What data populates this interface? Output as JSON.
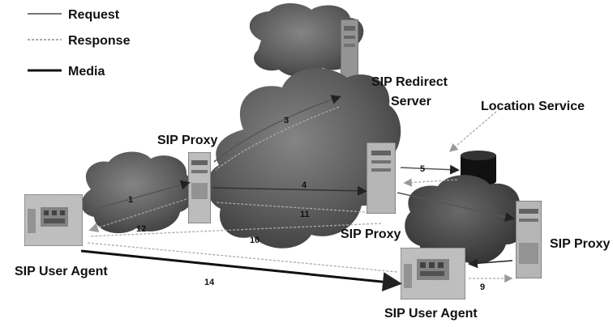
{
  "legend": {
    "request": "Request",
    "response": "Response",
    "media": "Media"
  },
  "labels": {
    "sip_redirect_server_line1": "SIP Redirect",
    "sip_redirect_server_line2": "Server",
    "location_service": "Location Service",
    "sip_proxy_left": "SIP Proxy",
    "sip_proxy_center": "SIP Proxy",
    "sip_proxy_right": "SIP Proxy",
    "sip_user_agent_left": "SIP User Agent",
    "sip_user_agent_right": "SIP User Agent"
  },
  "step_numbers": {
    "s1": "1",
    "s3": "3",
    "s4": "4",
    "s5": "5",
    "s9": "9",
    "s10": "10",
    "s11": "11",
    "s12": "12",
    "s14": "14"
  },
  "colors": {
    "cloud_fill": "#5e5e5e",
    "cloud_dark": "#3a3a3a",
    "device_fill": "#bdbdbd",
    "text": "#111111",
    "response_line": "#9a9a9a",
    "request_line": "#555555",
    "media_line": "#111111"
  }
}
